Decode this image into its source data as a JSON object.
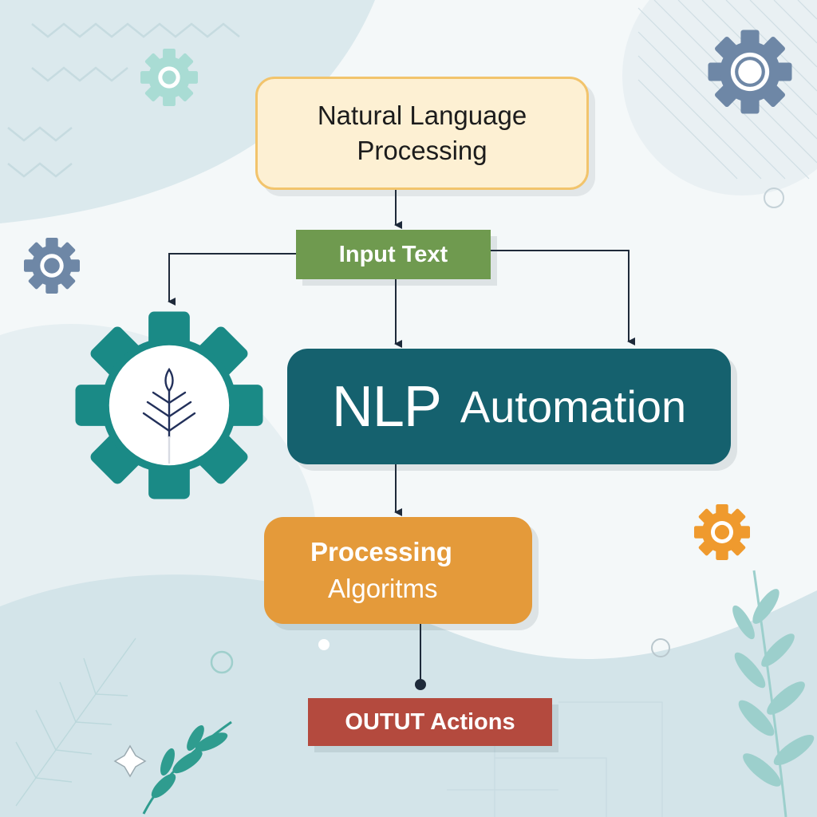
{
  "diagram": {
    "top_box": {
      "line1": "Natural Language",
      "line2": "Processing"
    },
    "input_box": {
      "label": "Input Text"
    },
    "main_box": {
      "word1": "NLP",
      "word2": "Automation"
    },
    "processing_box": {
      "line1": "Processing",
      "line2": "Algoritms"
    },
    "output_box": {
      "label": "OUTUT Actions"
    }
  },
  "colors": {
    "top_box_fill": "#fdf0d3",
    "input_box_fill": "#6f9a4f",
    "main_box_fill": "#15616e",
    "processing_box_fill": "#e49a3a",
    "output_box_fill": "#b44a3e",
    "large_gear": "#1a8a86",
    "arrow": "#1e2a3a"
  },
  "icons": [
    "gear-icon",
    "plant-icon",
    "leaf-icon",
    "sparkle-icon"
  ]
}
